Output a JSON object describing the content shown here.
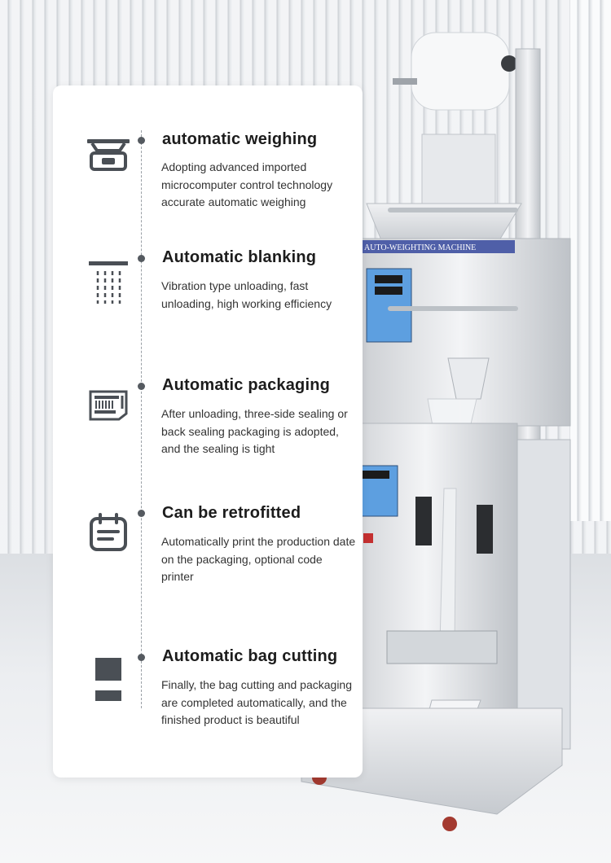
{
  "features": [
    {
      "title": "automatic weighing",
      "description": "Adopting advanced imported microcomputer control technology accurate automatic weighing",
      "icon": "scale-icon"
    },
    {
      "title": "Automatic blanking",
      "description": "Vibration type unloading, fast unloading, high working efficiency",
      "icon": "shower-icon"
    },
    {
      "title": "Automatic packaging",
      "description": "After unloading, three-side sealing or back sealing packaging is adopted, and the sealing is tight",
      "icon": "package-seal-icon"
    },
    {
      "title": "Can be retrofitted",
      "description": "Automatically print the production date on the packaging, optional code printer",
      "icon": "calendar-icon"
    },
    {
      "title": "Automatic bag cutting",
      "description": "Finally, the bag cutting and packaging are completed automatically, and the finished product is beautiful",
      "icon": "cut-blocks-icon"
    }
  ],
  "machine": {
    "label": "AUTO-WEIGHTING MACHINE"
  },
  "colors": {
    "card": "#ffffff",
    "icon": "#4a4f55",
    "title": "#1c1c1c",
    "text": "#333333"
  }
}
